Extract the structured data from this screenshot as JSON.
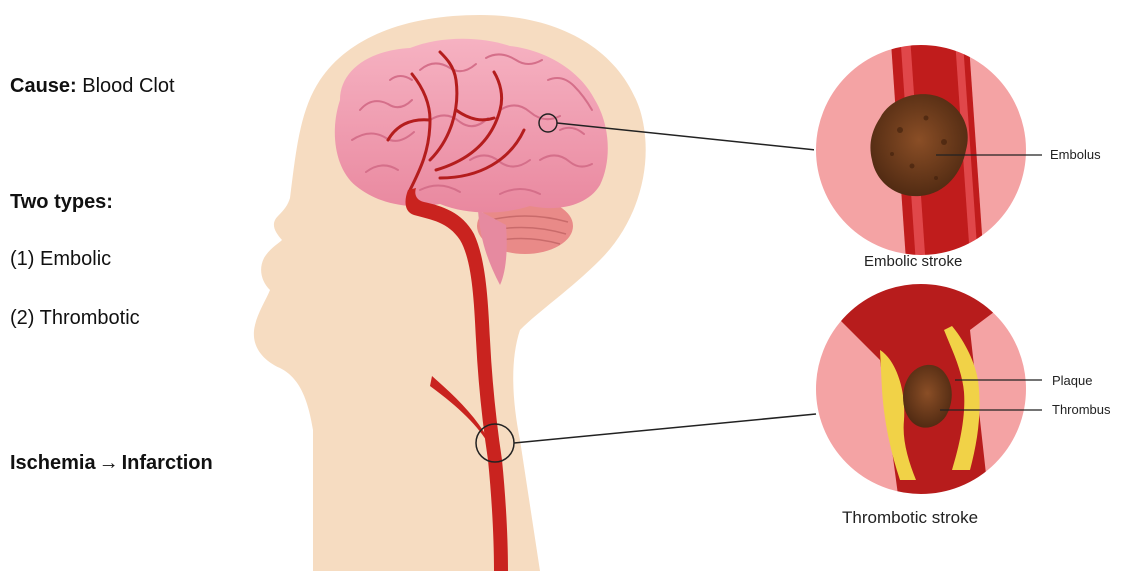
{
  "left_text": {
    "cause_label": "Cause:",
    "cause_value": "Blood Clot",
    "types_heading": "Two types:",
    "type_1": "(1)  Embolic",
    "type_2": "(2) Thrombotic",
    "ischemia": "Ischemia",
    "arrow": "→",
    "infarction": "Infarction"
  },
  "insets": {
    "embolic": {
      "label_embolus": "Embolus",
      "caption": "Embolic stroke"
    },
    "thrombotic": {
      "label_plaque": "Plaque",
      "label_thrombus": "Thrombus",
      "caption": "Thrombotic stroke"
    }
  },
  "colors": {
    "skin": "#f6dcc1",
    "brain": "#f09bb0",
    "brain_fold": "#d96f8c",
    "cerebellum": "#e98a88",
    "artery": "#c9231f",
    "vessel_wall": "#f4a3a4",
    "clot": "#6b3a1e",
    "plaque": "#f1d247",
    "leader_line": "#222222"
  }
}
